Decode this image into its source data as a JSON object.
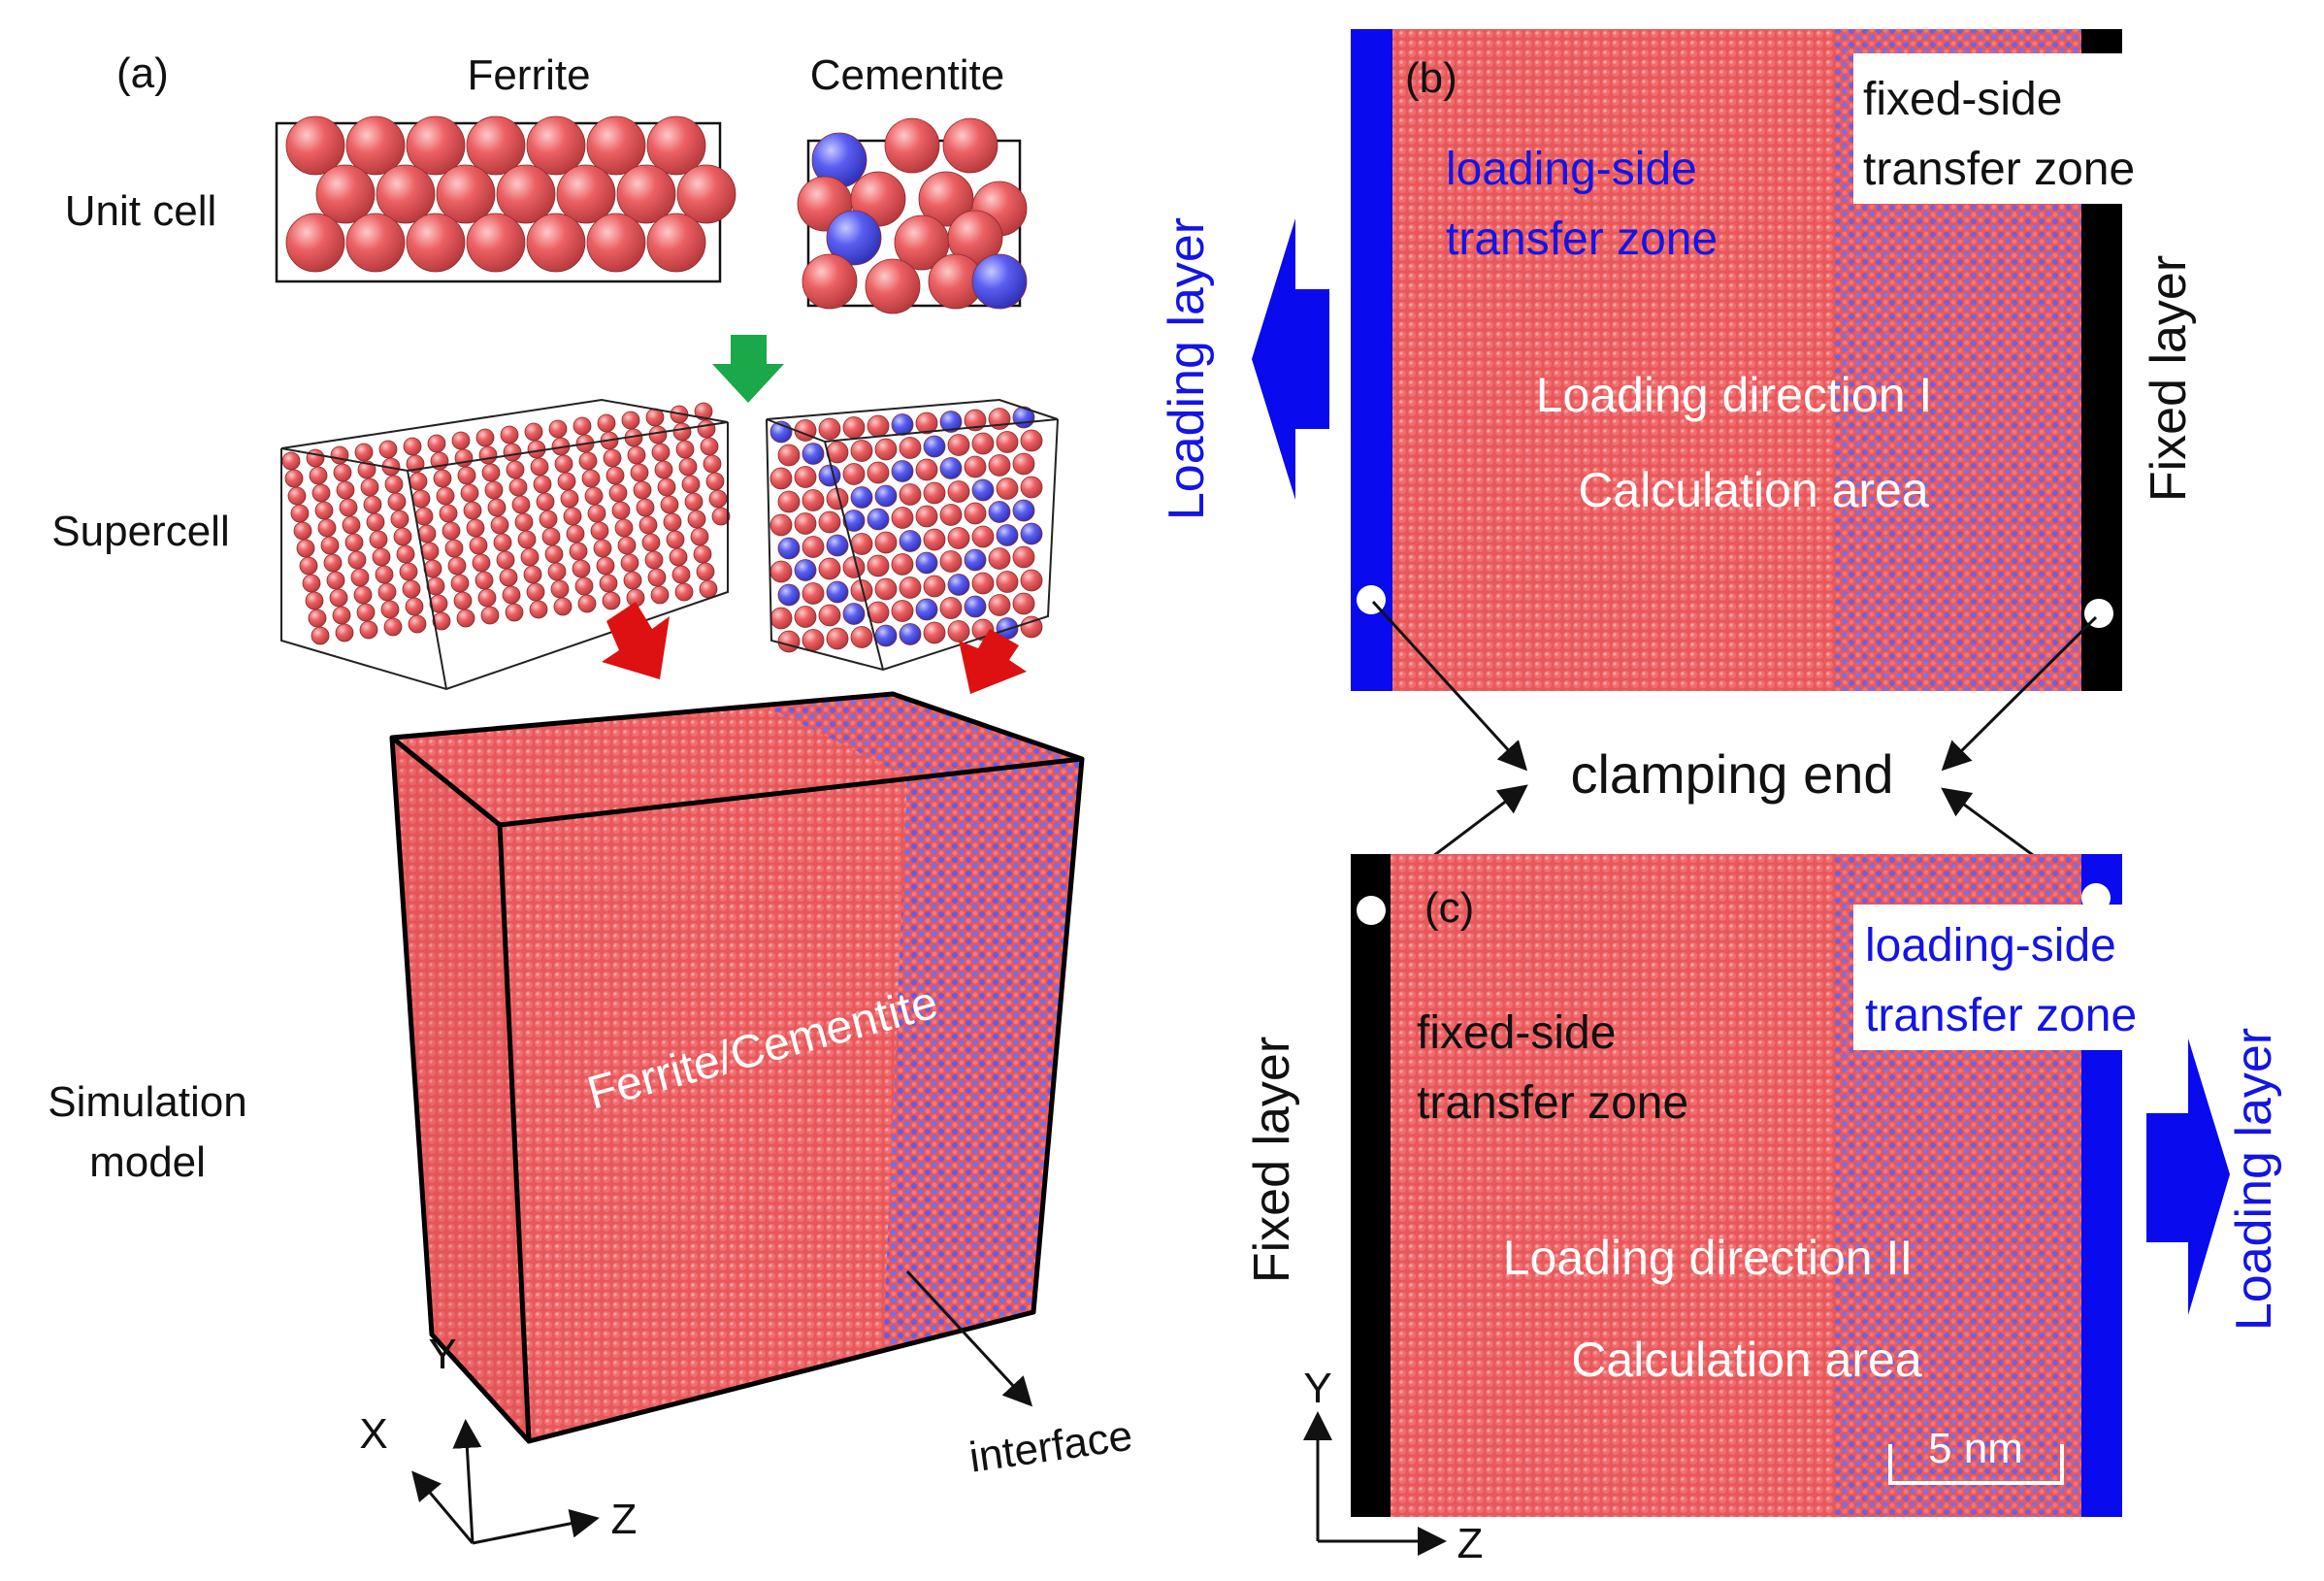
{
  "colors": {
    "ferrite": "#e8575a",
    "ferrite_dark": "#c84447",
    "cementite_c": "#4e52e8",
    "loading_blue": "#0a0aee",
    "fixed_black": "#000000",
    "arrow_green": "#1aa84a",
    "arrow_red": "#dd1111"
  },
  "panel_a": {
    "label": "(a)",
    "col_ferrite": "Ferrite",
    "col_cementite": "Cementite",
    "row_unit_cell": "Unit cell",
    "row_supercell": "Supercell",
    "row_sim_model_1": "Simulation",
    "row_sim_model_2": "model",
    "model_label": "Ferrite/Cementite",
    "interface_label": "interface",
    "axis_x": "X",
    "axis_y": "Y",
    "axis_z": "Z"
  },
  "panel_b": {
    "label": "(b)",
    "loading_zone_1": "loading-side",
    "loading_zone_2": "transfer zone",
    "fixed_zone_1": "fixed-side",
    "fixed_zone_2": "transfer zone",
    "direction": "Loading direction I",
    "calc_area": "Calculation area",
    "loading_layer": "Loading layer",
    "fixed_layer": "Fixed layer"
  },
  "clamping_end": "clamping end",
  "panel_c": {
    "label": "(c)",
    "loading_zone_1": "loading-side",
    "loading_zone_2": "transfer zone",
    "fixed_zone_1": "fixed-side",
    "fixed_zone_2": "transfer zone",
    "direction": "Loading direction II",
    "calc_area": "Calculation area",
    "loading_layer": "Loading layer",
    "fixed_layer": "Fixed layer",
    "scale": "5 nm",
    "axis_y": "Y",
    "axis_z": "Z"
  }
}
